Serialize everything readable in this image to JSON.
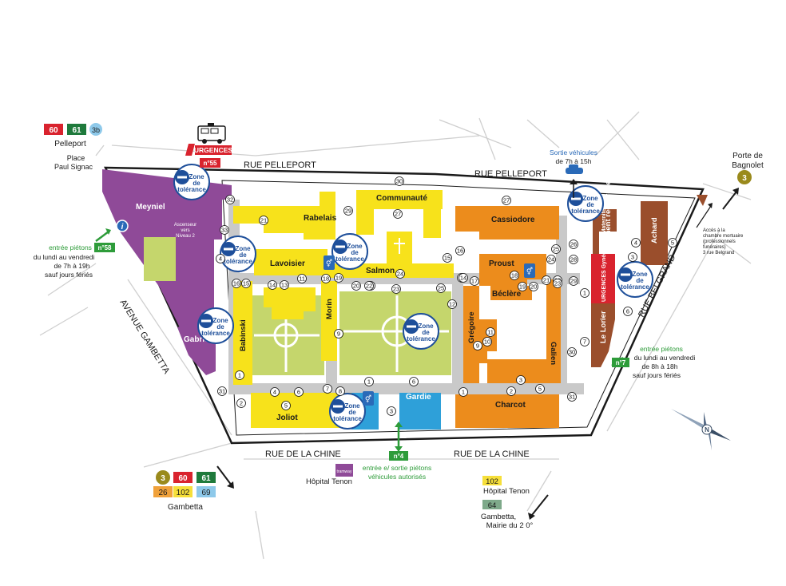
{
  "streets": {
    "pelleport_left": "RUE PELLEPORT",
    "pelleport_right": "RUE PELLEPORT",
    "chine_left": "RUE DE LA CHINE",
    "chine_right": "RUE DE LA CHINE",
    "gambetta": "AVENUE GAMBETTA",
    "belgrand": "RUE BELGRAND"
  },
  "buildings": {
    "meyniel": "Meyniel",
    "gabriel": "Gabriel",
    "rabelais": "Rabelais",
    "communaute": "Communauté",
    "cassiodore": "Cassiodore",
    "lavoisier": "Lavoisier",
    "salmon": "Salmon",
    "proust": "Proust",
    "beclere": "Béclère",
    "babinski": "Babinski",
    "morin": "Morin",
    "gregoire": "Grégoire",
    "galien": "Galien",
    "joliot": "Joliot",
    "gardie": "Gardie",
    "charcot": "Charcot",
    "achard": "Achard",
    "batiment_recherche": "Bâtiment recherche",
    "le_lorier": "Le Lorier",
    "urgences_gyneco": "URGENCES Gynécologie Maternité"
  },
  "zone_label": {
    "l1": "Zone",
    "l2": "de",
    "l3": "tolérance"
  },
  "urgences": {
    "label": "URGENCES",
    "entrance": "n°55"
  },
  "entrances": {
    "n58": "n°58",
    "n7": "n°7",
    "n4": "n°4",
    "pedestrian_left": [
      "entrée piétons",
      "du lundi au vendredi",
      "de 7h à 19h",
      "sauf jours fériés"
    ],
    "pedestrian_right": [
      "entrée piétons",
      "du lundi au vendredi",
      "de 8h à 18h",
      "sauf jours fériés"
    ],
    "n4_text": [
      "entrée e/ sortie piétons",
      "véhicules autorisés"
    ],
    "vehicle_exit": [
      "Sortie véhicules",
      "de 7h à 15h"
    ]
  },
  "mortuary": [
    "Accès à la",
    "chambre mortuaire",
    "(professionnels",
    "funéraires)",
    "3 rue Belgrand"
  ],
  "elevator": [
    "Ascenseur",
    "vers",
    "Niveau 2"
  ],
  "transit": {
    "pelleport_lines": [
      {
        "num": "60",
        "color": "#d9232e",
        "shape": "rect"
      },
      {
        "num": "61",
        "color": "#1f7a3c",
        "shape": "rect"
      },
      {
        "num": "3b",
        "color": "#8ec9ea",
        "shape": "circle"
      }
    ],
    "pelleport_name": "Pelleport",
    "pelleport_place": [
      "Place",
      "Paul Signac"
    ],
    "porte_name": [
      "Porte de",
      "Bagnolet"
    ],
    "porte_line": "3",
    "gambetta_row1": [
      {
        "num": "3",
        "color": "#9a8a1c",
        "shape": "circle"
      },
      {
        "num": "60",
        "color": "#d9232e",
        "shape": "rect"
      },
      {
        "num": "61",
        "color": "#1f7a3c",
        "shape": "rect"
      }
    ],
    "gambetta_row2": [
      {
        "num": "26",
        "color": "#f0a13a",
        "shape": "rect"
      },
      {
        "num": "102",
        "color": "#f6df3a",
        "shape": "rect"
      },
      {
        "num": "69",
        "color": "#8ec9ea",
        "shape": "rect"
      }
    ],
    "gambetta_name": "Gambetta",
    "tenon_line": "102",
    "tenon_name": "Hôpital Tenon",
    "tenon2_line": "64",
    "tenon2_name": [
      "Gambetta,",
      "Mairie du 2 0°"
    ],
    "tram_stop": "Hôpital Tenon",
    "tram_logo": "tramway"
  },
  "colors": {
    "purple": "#8f4a98",
    "yellow": "#f7e21b",
    "orange": "#ec8c1c",
    "brown": "#9a4e2c",
    "blue": "#2ea0d9",
    "green_lawn": "#c5d66c",
    "path_gray": "#c9c9c9",
    "red": "#d9232e",
    "zone_blue": "#1e4f9a"
  },
  "door_numbers": [
    "1",
    "2",
    "3",
    "4",
    "5",
    "6",
    "7",
    "8",
    "9",
    "10",
    "11",
    "12",
    "13",
    "14",
    "15",
    "16",
    "17",
    "18",
    "19",
    "20",
    "21",
    "22",
    "23",
    "24",
    "25",
    "26",
    "27",
    "28",
    "29",
    "30",
    "31",
    "32",
    "33"
  ]
}
